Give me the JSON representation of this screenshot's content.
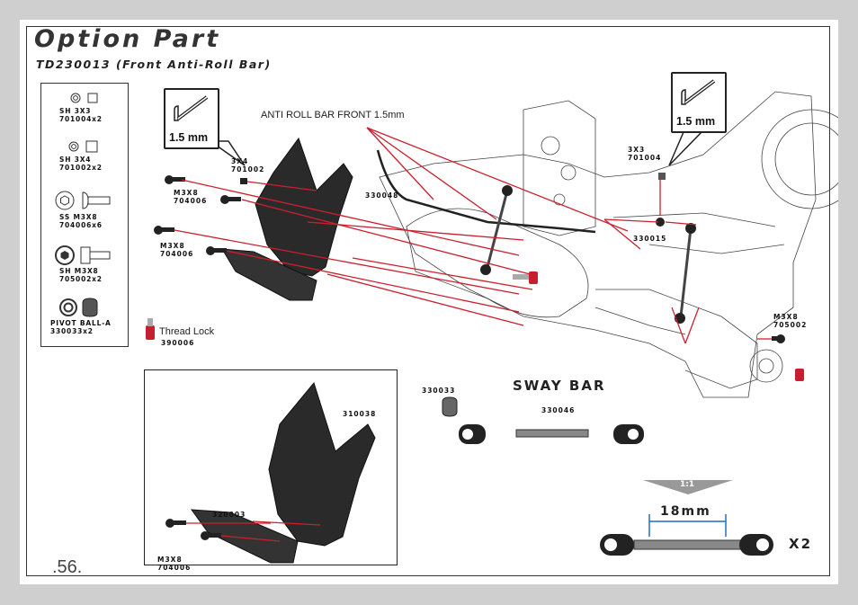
{
  "header": {
    "title": "Option Part",
    "subtitle": "TD230013 (Front Anti-Roll Bar)"
  },
  "parts_list": [
    {
      "name": "SH 3X3",
      "code": "701004x2",
      "icon": "set-screw-icon"
    },
    {
      "name": "SH 3X4",
      "code": "701002x2",
      "icon": "set-screw-icon"
    },
    {
      "name": "SS M3X8",
      "code": "704006x6",
      "icon": "button-head-screw-icon"
    },
    {
      "name": "SH M3X8",
      "code": "705002x2",
      "icon": "socket-head-screw-icon"
    },
    {
      "name": "PIVOT BALL-A",
      "code": "330033x2",
      "icon": "pivot-ball-icon"
    }
  ],
  "thread_lock": {
    "label": "Thread Lock",
    "code": "390006"
  },
  "tools": [
    {
      "size": "1.5 mm",
      "icon": "hex-wrench-icon"
    },
    {
      "size": "1.5 mm",
      "icon": "hex-wrench-icon"
    }
  ],
  "callouts": {
    "anti_roll_bar": "ANTI ROLL BAR FRONT 1.5mm",
    "c_3x4": "3X4\n701002",
    "c_m3x8_a": "M3X8\n704006",
    "c_m3x8_b": "M3X8\n704006",
    "c_330048": "330048",
    "c_3x3": "3X3\n701004",
    "c_330015": "330015",
    "c_m3x8_c": "M3X8\n705002"
  },
  "inset": {
    "part_310038": "310038",
    "part_320003": "320003",
    "screw": "M3X8\n704006"
  },
  "sway_bar": {
    "title": "SWAY BAR",
    "part_330033": "330033",
    "part_330046": "330046",
    "scale": "1:1",
    "length": "18mm",
    "qty": "X2"
  },
  "page_number": ".56.",
  "colors": {
    "accent": "#cc1f2e",
    "background": "#cfcfcf"
  }
}
